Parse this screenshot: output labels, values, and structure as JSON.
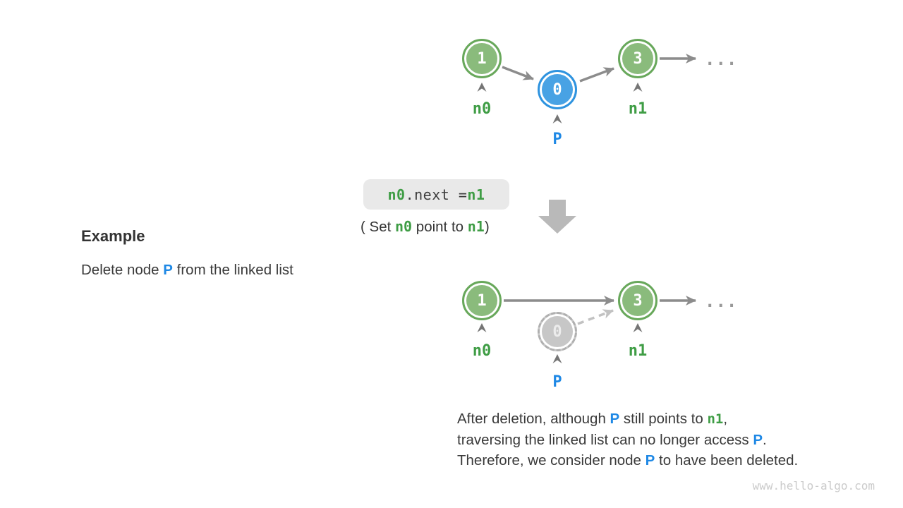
{
  "example": {
    "heading": "Example",
    "desc_pre": "Delete node ",
    "desc_p": "P",
    "desc_post": " from the linked list"
  },
  "code": {
    "n0": "n0",
    "op": ".next = ",
    "n1": "n1",
    "cap_pre": "( Set ",
    "cap_n0": "n0",
    "cap_mid": " point to ",
    "cap_n1": "n1",
    "cap_post": ")"
  },
  "before": {
    "node1": "1",
    "node0": "0",
    "node3": "3",
    "label_n0": "n0",
    "label_p": "P",
    "label_n1": "n1",
    "ellipsis": "..."
  },
  "after": {
    "node1": "1",
    "node0": "0",
    "node3": "3",
    "label_n0": "n0",
    "label_p": "P",
    "label_n1": "n1",
    "ellipsis": "..."
  },
  "explanation": {
    "l1a": "After deletion, although ",
    "l1p": "P",
    "l1b": " still points to ",
    "l1n": "n1",
    "l1c": ",",
    "l2a": "traversing the linked list can no longer access ",
    "l2p": "P",
    "l2b": ".",
    "l3a": "Therefore, we consider node ",
    "l3p": "P",
    "l3b": " to have been deleted."
  },
  "watermark": "www.hello-algo.com",
  "colors": {
    "green_fill": "#8ABB7C",
    "green_border": "#68A85B",
    "blue_fill": "#48A2E4",
    "blue_border": "#2E93DF",
    "gray_fill": "#C7C7C7",
    "label_green": "#3F9D45",
    "label_blue": "#1E88E5",
    "arrow_gray": "#8C8C8C"
  }
}
